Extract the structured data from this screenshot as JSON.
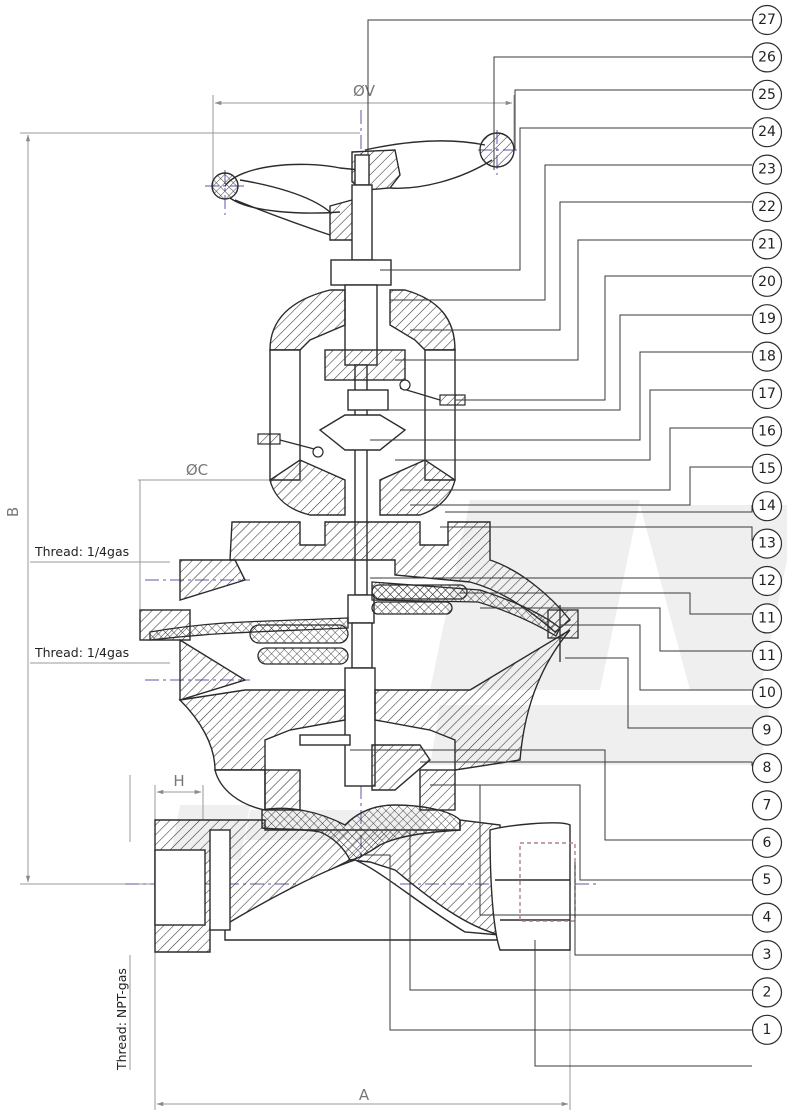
{
  "dimensions": {
    "v": "ØV",
    "b": "B",
    "c": "ØC",
    "h": "H",
    "a": "A"
  },
  "threads": {
    "upper_port": "Thread: 1/4gas",
    "lower_port": "Thread: 1/4gas",
    "body_port": "Thread: NPT-gas"
  },
  "balloons": [
    "27",
    "26",
    "25",
    "24",
    "23",
    "22",
    "21",
    "20",
    "19",
    "18",
    "17",
    "16",
    "15",
    "14",
    "13",
    "12",
    "11",
    "11",
    "10",
    "9",
    "8",
    "7",
    "6",
    "5",
    "4",
    "3",
    "2",
    "1"
  ],
  "colors": {
    "line": "#2b2b2b",
    "leader": "#3a3a3a",
    "dimension": "#9a9a9a",
    "hatch": "#3a3a3a",
    "watermark": "#eeeeee",
    "centerline": "#5a5aa8"
  }
}
